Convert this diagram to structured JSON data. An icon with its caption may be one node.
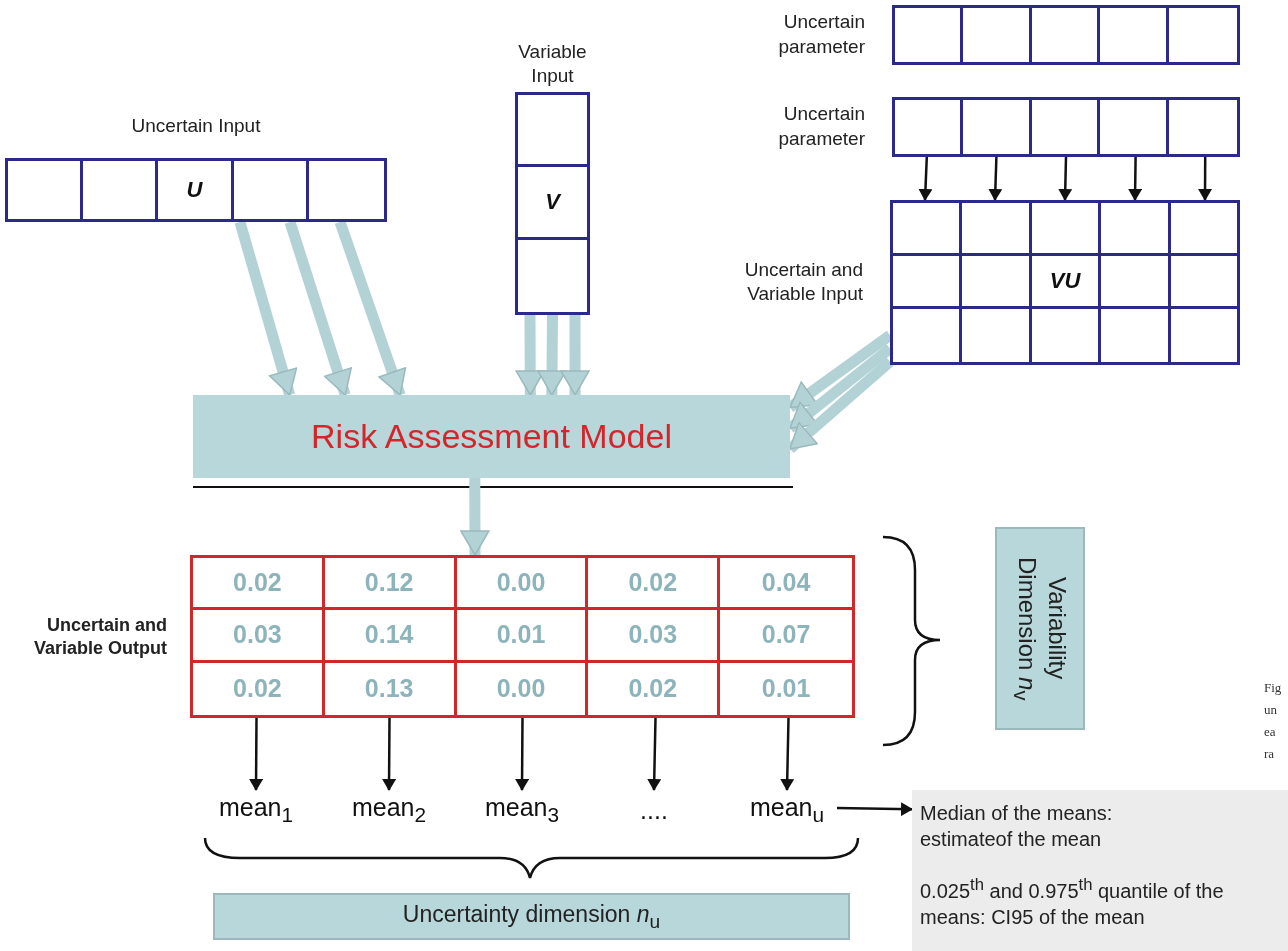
{
  "diagram": {
    "nodes": [
      {
        "text": [
          "Uncertain Input",
          "U"
        ]
      },
      {
        "text": [
          "Variable Input",
          "V"
        ]
      },
      {
        "text": [
          "Uncertain parameter"
        ]
      },
      {
        "text": [
          "Uncertain parameter"
        ]
      },
      {
        "text": [
          "Uncertain and Variable Input",
          "VU"
        ]
      },
      {
        "text": [
          "Risk Assessment Model"
        ]
      },
      {
        "text": [
          "Uncertain and Variable Output",
          "0.02",
          "0.12",
          "0.00",
          "0.02",
          "0.04",
          "0.03",
          "0.14",
          "0.01",
          "0.03",
          "0.07",
          "0.02",
          "0.13",
          "0.00",
          "0.02",
          "0.01"
        ]
      },
      {
        "text": [
          "mean$_{1}$"
        ]
      },
      {
        "text": [
          "mean$_{2}$"
        ]
      },
      {
        "text": [
          "mean$_{3}$"
        ]
      },
      {
        "text": [
          "...."
        ]
      },
      {
        "text": [
          "mean$_{u}$"
        ]
      },
      {
        "text": [
          "Uncertainty dimension *n*$_{u}$"
        ]
      },
      {
        "text": [
          "Variability Dimension *n*$_{v}$"
        ]
      },
      {
        "text": [
          "Median of the means: estimateof the mean",
          "0.025$^{th}$ and 0.975$^{th}$ quantile of the means: CI95 of the mean"
        ]
      }
    ],
    "edges": [
      {
        "from": 0,
        "to": 5,
        "arrow": "to",
        "style": "thick",
        "color": "#b3d2d6"
      },
      {
        "from": 0,
        "to": 5,
        "arrow": "to",
        "style": "thick",
        "color": "#b3d2d6"
      },
      {
        "from": 0,
        "to": 5,
        "arrow": "to",
        "style": "thick",
        "color": "#b3d2d6"
      },
      {
        "from": 1,
        "to": 5,
        "arrow": "to",
        "style": "thick",
        "color": "#b3d2d6"
      },
      {
        "from": 1,
        "to": 5,
        "arrow": "to",
        "style": "thick",
        "color": "#b3d2d6"
      },
      {
        "from": 1,
        "to": 5,
        "arrow": "to",
        "style": "thick",
        "color": "#b3d2d6"
      },
      {
        "from": 4,
        "to": 5,
        "arrow": "to",
        "style": "thick",
        "color": "#b3d2d6"
      },
      {
        "from": 4,
        "to": 5,
        "arrow": "to",
        "style": "thick",
        "color": "#b3d2d6"
      },
      {
        "from": 4,
        "to": 5,
        "arrow": "to",
        "style": "thick",
        "color": "#b3d2d6"
      },
      {
        "from": 5,
        "to": 6,
        "arrow": "to",
        "style": "thick",
        "color": "#b3d2d6"
      },
      {
        "from": 3,
        "to": 4,
        "arrow": "to"
      },
      {
        "from": 3,
        "to": 4,
        "arrow": "to"
      },
      {
        "from": 3,
        "to": 4,
        "arrow": "to"
      },
      {
        "from": 3,
        "to": 4,
        "arrow": "to"
      },
      {
        "from": 3,
        "to": 4,
        "arrow": "to"
      },
      {
        "from": 6,
        "to": 7,
        "arrow": "to"
      },
      {
        "from": 6,
        "to": 8,
        "arrow": "to"
      },
      {
        "from": 6,
        "to": 9,
        "arrow": "to"
      },
      {
        "from": 6,
        "to": 10,
        "arrow": "to"
      },
      {
        "from": 6,
        "to": 11,
        "arrow": "to"
      },
      {
        "from": 11,
        "to": 14,
        "arrow": "to"
      }
    ],
    "labels": [
      "Fig",
      "un",
      "ea",
      "ra"
    ]
  }
}
